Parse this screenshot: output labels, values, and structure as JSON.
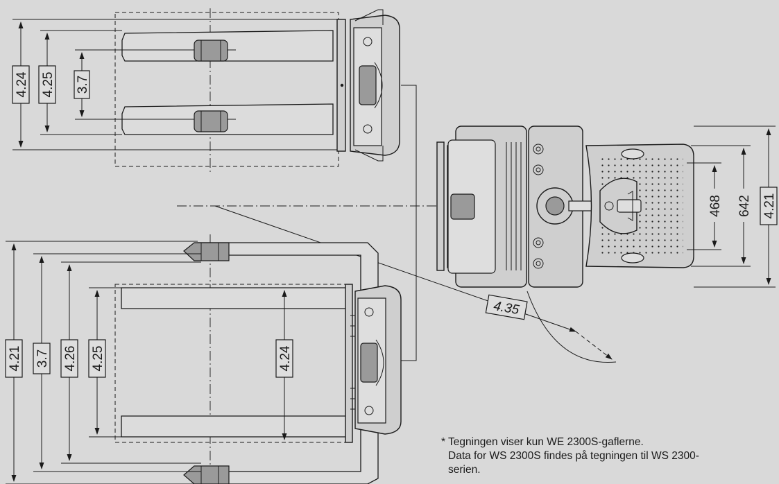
{
  "dimensions": {
    "top_outer": "4.24",
    "top_mid": "4.25",
    "top_inner": "3.7",
    "right_inner": "468",
    "right_mid": "642",
    "right_outer": "4.21",
    "diagonal": "4.35",
    "bottom_1": "4.21",
    "bottom_2": "3.7",
    "bottom_3": "4.26",
    "bottom_4": "4.25",
    "bottom_center": "4.24"
  },
  "footnote": {
    "line1": "* Tegningen viser kun WE 2300S-gaflerne.",
    "line2": "Data for WS 2300S findes på tegningen til WS 2300-",
    "line3": "serien."
  }
}
